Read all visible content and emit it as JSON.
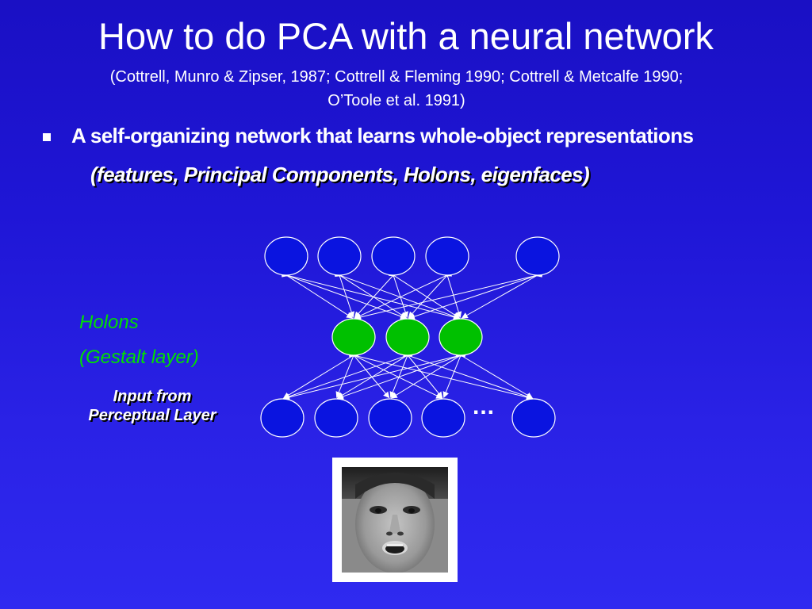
{
  "slide": {
    "title": "How to do PCA with a neural network",
    "citation_line1": "(Cottrell, Munro & Zipser, 1987; Cottrell & Fleming 1990; Cottrell & Metcalfe 1990;",
    "citation_line2": "O’Toole et al. 1991)",
    "bullet_text": "A self-organizing network that learns whole-object representations",
    "features_text": "(features, Principal Components, Holons, eigenfaces)"
  },
  "diagram": {
    "holons_label": "Holons",
    "gestalt_label": "(Gestalt layer)",
    "input_label_line1": "Input from",
    "input_label_line2": "Perceptual Layer",
    "ellipsis": "...",
    "node_counts": {
      "output": 5,
      "hidden": 3,
      "input": 5
    },
    "colors": {
      "output_node": "#0a14e0",
      "hidden_node": "#00c000",
      "input_node": "#0a14e0",
      "node_outline": "#ffffff",
      "arrow": "#ffffff",
      "label_green": "#00e000"
    }
  },
  "face_image": {
    "description_icon": "face-photo",
    "frame_color": "#ffffff"
  }
}
